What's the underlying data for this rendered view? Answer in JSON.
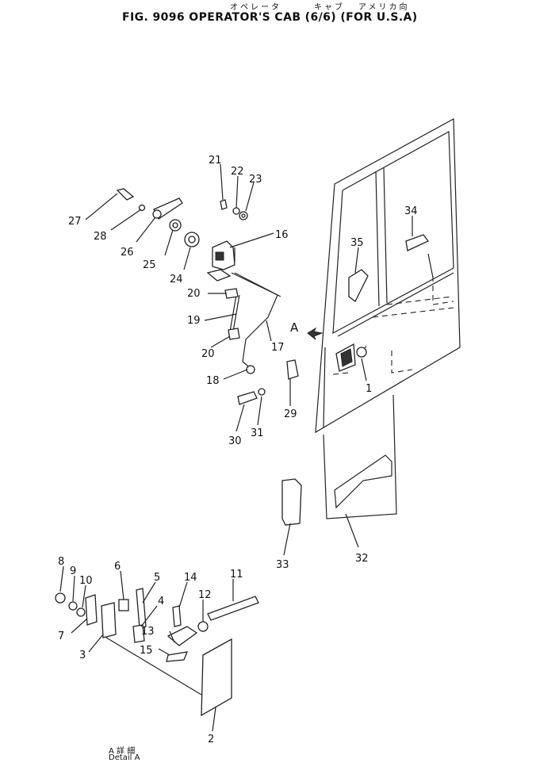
{
  "header": {
    "title": "FIG. 9096  OPERATOR'S CAB (6/6) (FOR U.S.A)",
    "jp_operator": "オペレータ",
    "jp_cab": "キャブ",
    "jp_usa": "アメリカ向"
  },
  "detail": {
    "jp": "A 詳 細",
    "en": "Detail A"
  },
  "view_arrow_label": "A",
  "callouts": [
    "1",
    "2",
    "3",
    "4",
    "5",
    "6",
    "7",
    "8",
    "9",
    "10",
    "11",
    "12",
    "13",
    "14",
    "15",
    "16",
    "17",
    "18",
    "19",
    "20",
    "20",
    "21",
    "22",
    "23",
    "24",
    "25",
    "26",
    "27",
    "28",
    "29",
    "30",
    "31",
    "32",
    "33",
    "34",
    "35"
  ]
}
